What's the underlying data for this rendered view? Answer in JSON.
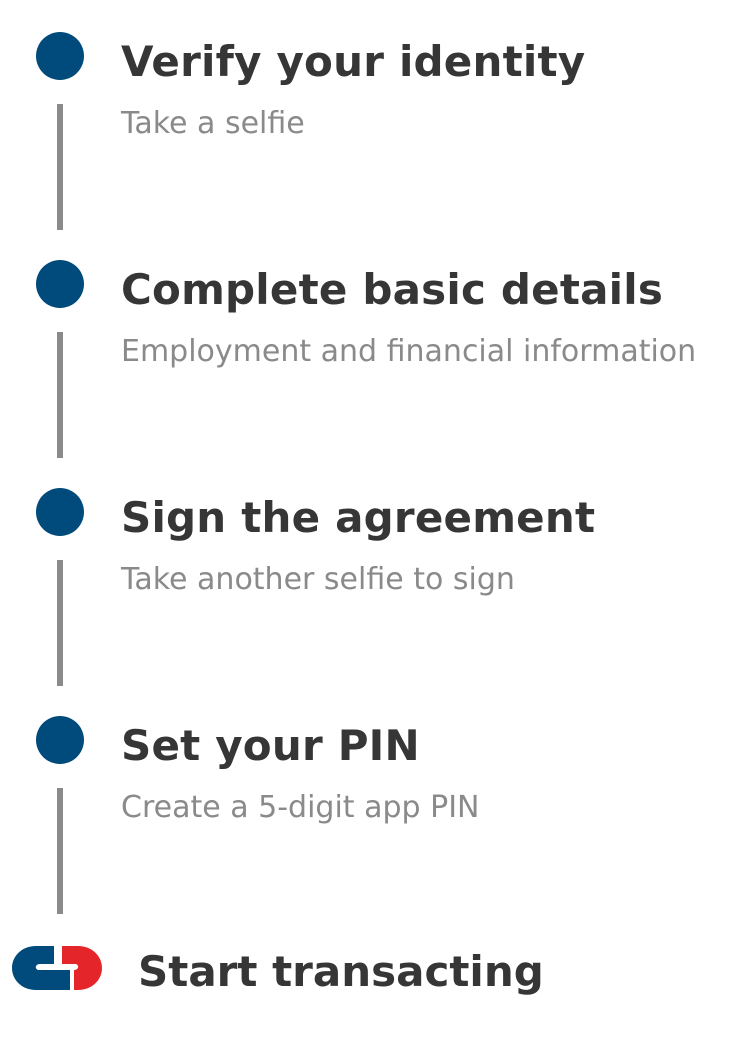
{
  "colors": {
    "accent": "#004a7c",
    "logo_red": "#e4262b",
    "connector": "#8a8a8a",
    "title_text": "#363636",
    "subtitle_text": "#8a8a8a"
  },
  "steps": [
    {
      "title": "Verify your identity",
      "subtitle": "Take a selfie",
      "icon": "circle-marker-icon"
    },
    {
      "title": "Complete basic details",
      "subtitle": "Employment and financial information",
      "icon": "circle-marker-icon"
    },
    {
      "title": "Sign the agreement",
      "subtitle": "Take another selfie to sign",
      "icon": "circle-marker-icon"
    },
    {
      "title": "Set your PIN",
      "subtitle": "Create a 5-digit app PIN",
      "icon": "circle-marker-icon"
    }
  ],
  "final_step": {
    "title": "Start transacting",
    "icon": "bank-logo-icon"
  }
}
